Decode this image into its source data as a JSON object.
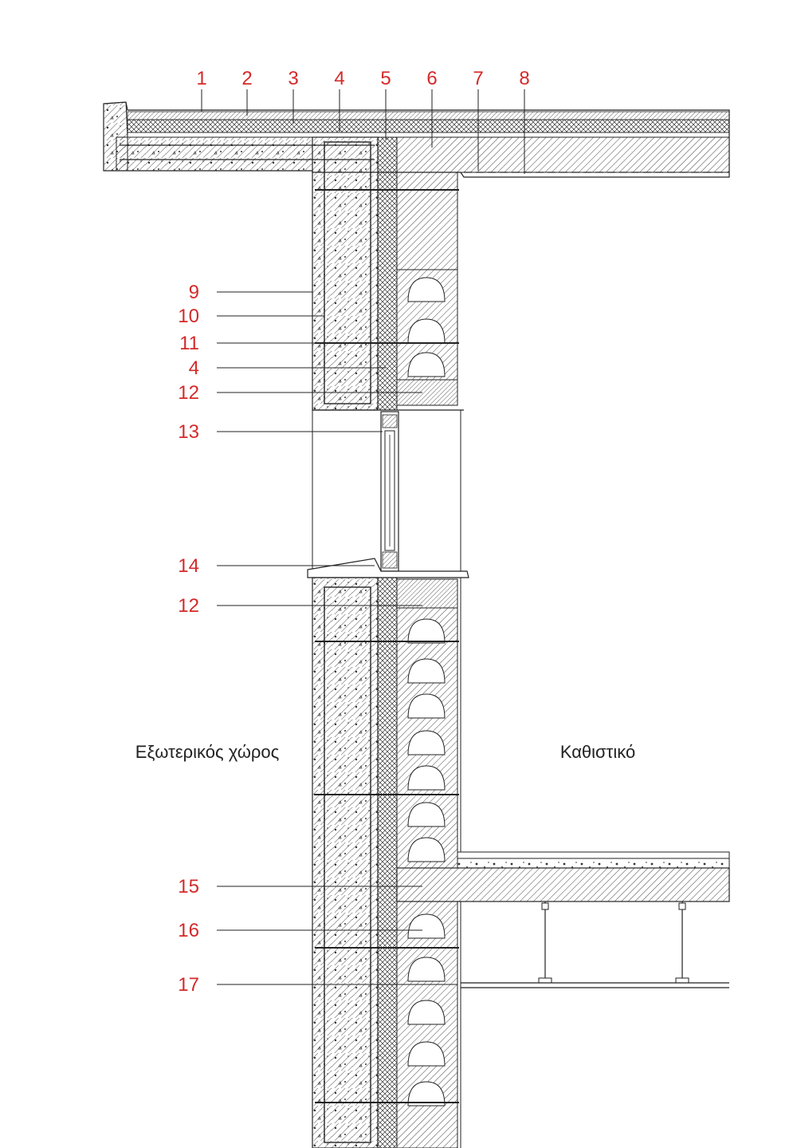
{
  "callouts_top": [
    "1",
    "2",
    "3",
    "4",
    "5",
    "6",
    "7",
    "8"
  ],
  "callouts_left": [
    "9",
    "10",
    "11",
    "4",
    "12",
    "13",
    "14",
    "12",
    "15",
    "16",
    "17"
  ],
  "rooms": {
    "exterior": "Εξωτερικός χώρος",
    "interior": "Καθιστικό"
  },
  "colors": {
    "callout": "#d42a2a",
    "line": "#222222"
  }
}
